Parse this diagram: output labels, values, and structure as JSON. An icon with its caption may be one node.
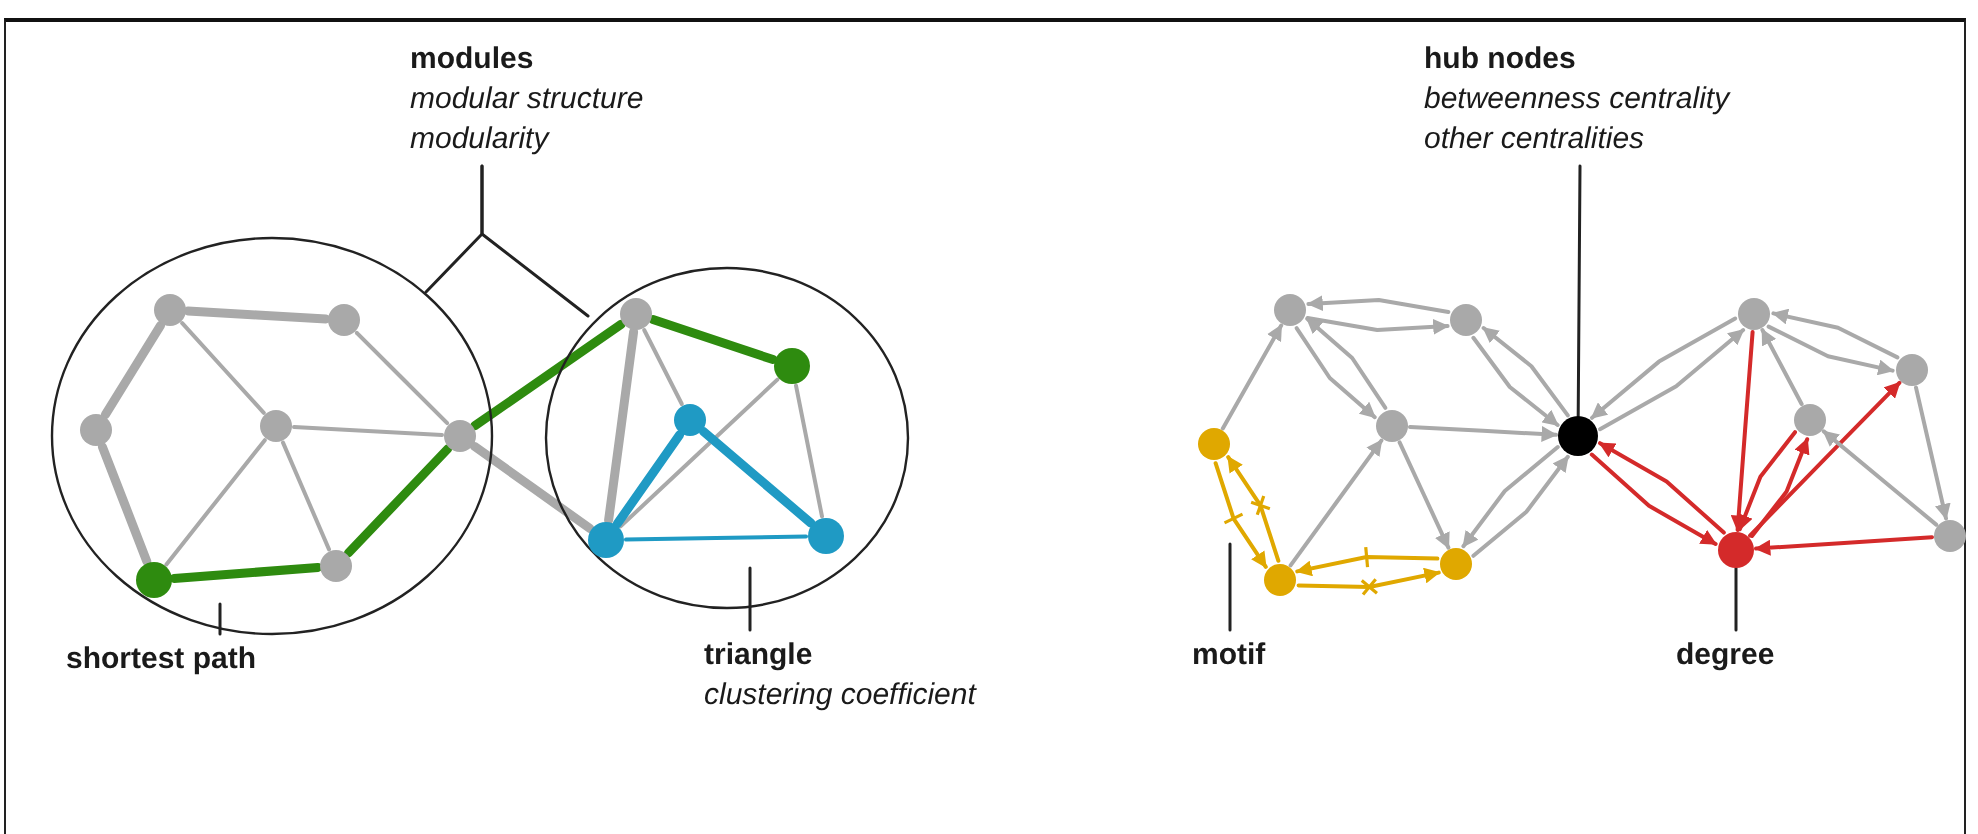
{
  "diagram": {
    "nodes": [
      {
        "text": [
          "modules",
          "modular structure",
          "modularity"
        ]
      },
      {
        "text": [],
        "shape": "circle"
      },
      {
        "text": [],
        "shape": "circle"
      },
      {
        "text": [],
        "shape": "circle",
        "in": 1
      },
      {
        "text": [],
        "shape": "circle",
        "in": 1
      },
      {
        "text": [],
        "shape": "circle",
        "in": 1
      },
      {
        "text": [],
        "shape": "circle",
        "in": 1
      },
      {
        "text": [],
        "shape": "circle",
        "in": 1
      },
      {
        "text": [],
        "shape": "circle",
        "in": 1
      },
      {
        "text": [],
        "shape": "circle",
        "in": 1
      },
      {
        "text": [],
        "shape": "circle",
        "in": 2
      },
      {
        "text": [],
        "shape": "circle",
        "in": 2
      },
      {
        "text": [],
        "shape": "circle",
        "in": 2
      },
      {
        "text": [],
        "shape": "circle",
        "in": 2
      },
      {
        "text": [],
        "shape": "circle",
        "in": 2
      },
      {
        "text": [
          "hub nodes",
          "betweenness centrality",
          "other centralities"
        ]
      },
      {
        "text": [],
        "shape": "circle"
      },
      {
        "text": [],
        "shape": "circle"
      },
      {
        "text": [],
        "shape": "circle"
      },
      {
        "text": [],
        "shape": "circle"
      },
      {
        "text": [],
        "shape": "circle"
      },
      {
        "text": [],
        "shape": "circle"
      },
      {
        "text": [],
        "shape": "circle"
      },
      {
        "text": [],
        "shape": "circle"
      },
      {
        "text": [],
        "shape": "circle"
      },
      {
        "text": [],
        "shape": "circle"
      },
      {
        "text": [],
        "shape": "circle"
      },
      {
        "text": [],
        "shape": "circle"
      },
      {
        "text": [
          "shortest path"
        ]
      },
      {
        "text": [
          "triangle",
          "clustering coefficient"
        ]
      },
      {
        "text": [
          "motif"
        ]
      },
      {
        "text": [
          "degree"
        ]
      }
    ],
    "edges": [
      {
        "from": 0,
        "to": 1,
        "arrow": "none",
        "color": "#222222"
      },
      {
        "from": 0,
        "to": 2,
        "arrow": "none",
        "color": "#222222"
      },
      {
        "from": 3,
        "to": 4,
        "arrow": "none",
        "style": "thick"
      },
      {
        "from": 3,
        "to": 5,
        "arrow": "none",
        "style": "thick"
      },
      {
        "from": 5,
        "to": 8,
        "arrow": "none",
        "style": "thick"
      },
      {
        "from": 3,
        "to": 6,
        "arrow": "none"
      },
      {
        "from": 4,
        "to": 7,
        "arrow": "none"
      },
      {
        "from": 6,
        "to": 7,
        "arrow": "none"
      },
      {
        "from": 6,
        "to": 8,
        "arrow": "none"
      },
      {
        "from": 6,
        "to": 9,
        "arrow": "none"
      },
      {
        "from": 7,
        "to": 13,
        "arrow": "none",
        "style": "thick"
      },
      {
        "from": 8,
        "to": 9,
        "arrow": "none",
        "style": "thick",
        "color": "#2e8b0f"
      },
      {
        "from": 9,
        "to": 7,
        "arrow": "none",
        "style": "thick",
        "color": "#2e8b0f"
      },
      {
        "from": 7,
        "to": 10,
        "arrow": "none",
        "style": "thick",
        "color": "#2e8b0f"
      },
      {
        "from": 10,
        "to": 11,
        "arrow": "none",
        "style": "thick",
        "color": "#2e8b0f"
      },
      {
        "from": 10,
        "to": 13,
        "arrow": "none",
        "style": "thick"
      },
      {
        "from": 10,
        "to": 12,
        "arrow": "none"
      },
      {
        "from": 11,
        "to": 14,
        "arrow": "none"
      },
      {
        "from": 11,
        "to": 13,
        "arrow": "none"
      },
      {
        "from": 12,
        "to": 13,
        "arrow": "none",
        "style": "thick",
        "color": "#1f9ac4"
      },
      {
        "from": 12,
        "to": 14,
        "arrow": "none",
        "style": "thick",
        "color": "#1f9ac4"
      },
      {
        "from": 13,
        "to": 14,
        "arrow": "none",
        "color": "#1f9ac4"
      },
      {
        "from": 15,
        "to": 22,
        "arrow": "none",
        "color": "#222222"
      },
      {
        "from": 16,
        "to": 17,
        "arrow": "to"
      },
      {
        "from": 17,
        "to": 16,
        "arrow": "to"
      },
      {
        "from": 19,
        "to": 16,
        "arrow": "to"
      },
      {
        "from": 16,
        "to": 18,
        "arrow": "to"
      },
      {
        "from": 18,
        "to": 16,
        "arrow": "to"
      },
      {
        "from": 17,
        "to": 22,
        "arrow": "to"
      },
      {
        "from": 22,
        "to": 17,
        "arrow": "to"
      },
      {
        "from": 18,
        "to": 22,
        "arrow": "to"
      },
      {
        "from": 20,
        "to": 18,
        "arrow": "to"
      },
      {
        "from": 18,
        "to": 21,
        "arrow": "to"
      },
      {
        "from": 21,
        "to": 22,
        "arrow": "to"
      },
      {
        "from": 22,
        "to": 21,
        "arrow": "to"
      },
      {
        "from": 20,
        "to": 19,
        "arrow": "to",
        "color": "#e0a800"
      },
      {
        "from": 19,
        "to": 20,
        "arrow": "to",
        "color": "#e0a800"
      },
      {
        "from": 20,
        "to": 21,
        "arrow": "to",
        "color": "#e0a800"
      },
      {
        "from": 21,
        "to": 20,
        "arrow": "to",
        "color": "#e0a800"
      },
      {
        "from": 22,
        "to": 23,
        "arrow": "to"
      },
      {
        "from": 23,
        "to": 22,
        "arrow": "to"
      },
      {
        "from": 22,
        "to": 26,
        "arrow": "to",
        "color": "#d42a2a"
      },
      {
        "from": 26,
        "to": 22,
        "arrow": "to",
        "color": "#d42a2a"
      },
      {
        "from": 23,
        "to": 26,
        "arrow": "to",
        "color": "#d42a2a"
      },
      {
        "from": 24,
        "to": 23,
        "arrow": "to"
      },
      {
        "from": 23,
        "to": 24,
        "arrow": "to"
      },
      {
        "from": 25,
        "to": 23,
        "arrow": "to"
      },
      {
        "from": 26,
        "to": 25,
        "arrow": "to",
        "color": "#d42a2a"
      },
      {
        "from": 25,
        "to": 26,
        "arrow": "to",
        "color": "#d42a2a"
      },
      {
        "from": 26,
        "to": 24,
        "arrow": "to",
        "color": "#d42a2a"
      },
      {
        "from": 24,
        "to": 27,
        "arrow": "to"
      },
      {
        "from": 27,
        "to": 25,
        "arrow": "to"
      },
      {
        "from": 27,
        "to": 26,
        "arrow": "to",
        "color": "#d42a2a"
      },
      {
        "from": 28,
        "to": null,
        "arrow": "none",
        "color": "#222222"
      },
      {
        "from": 29,
        "to": null,
        "arrow": "none",
        "color": "#222222"
      },
      {
        "from": 30,
        "to": null,
        "arrow": "none",
        "color": "#222222"
      },
      {
        "from": 31,
        "to": 26,
        "arrow": "none",
        "color": "#222222"
      }
    ]
  }
}
